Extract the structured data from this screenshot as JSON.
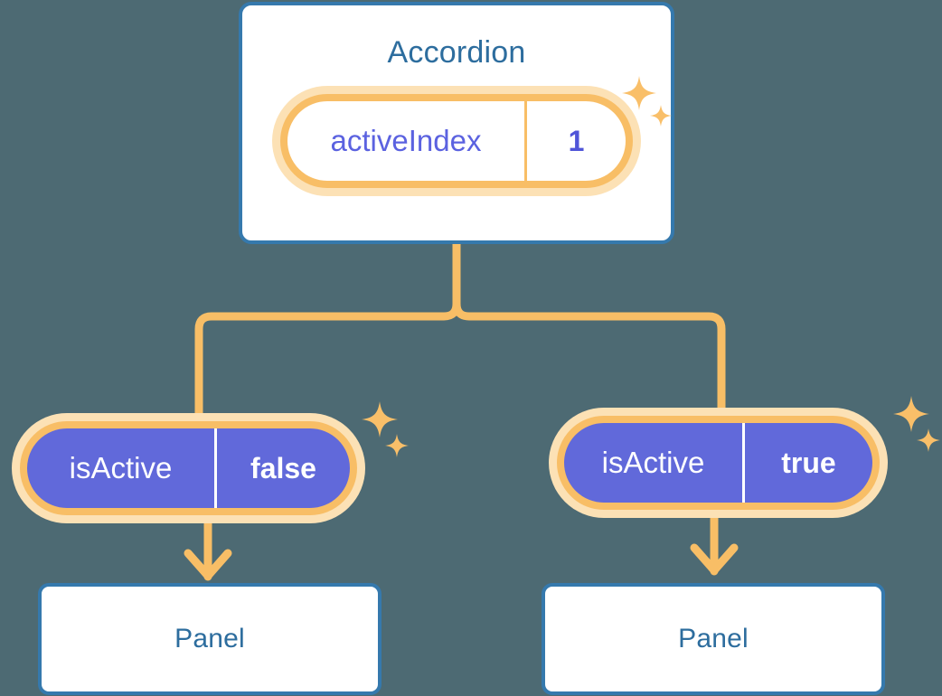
{
  "theme": {
    "background": "#4d6a73",
    "card_border": "#3579ad",
    "card_fill": "#ffffff",
    "title_text": "#2d6d9e",
    "pill_ring": "#f8be66",
    "pill_halo": "#fce1b5",
    "pill_solid_fill": "#6169da",
    "pill_key_text_purple": "#5b62e0",
    "pill_value_text_purple": "#5055d8",
    "pill_text_white": "#ffffff",
    "connector": "#f8be66",
    "sparkle": "#f9bf69"
  },
  "diagram": {
    "type": "component-state-tree",
    "root": {
      "name": "accordion-card",
      "title": "Accordion",
      "state": {
        "key": "activeIndex",
        "value": "1",
        "style": "outline",
        "sparkle": true
      }
    },
    "children": [
      {
        "name": "panel-left",
        "state": {
          "key": "isActive",
          "value": "false",
          "style": "solid",
          "sparkle": true
        },
        "title": "Panel"
      },
      {
        "name": "panel-right",
        "state": {
          "key": "isActive",
          "value": "true",
          "style": "solid",
          "sparkle": true
        },
        "title": "Panel"
      }
    ]
  },
  "icons": {
    "sparkle_large": "sparkle-four-point-large-icon",
    "sparkle_small": "sparkle-four-point-small-icon",
    "arrow_down": "arrow-down-icon",
    "branch": "branch-connector-icon"
  }
}
